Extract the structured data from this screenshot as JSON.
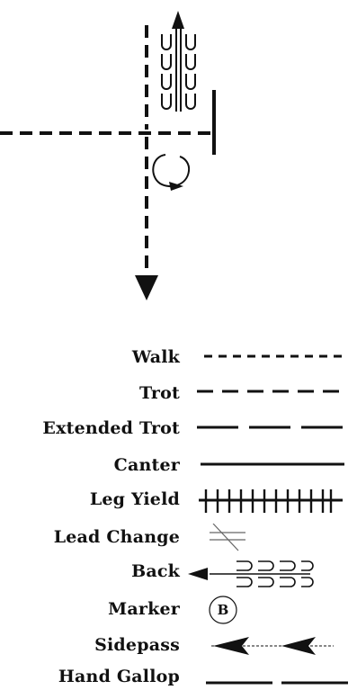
{
  "legend": {
    "items": [
      {
        "label": "Walk",
        "symbol": "walk-line-icon"
      },
      {
        "label": "Trot",
        "symbol": "trot-line-icon"
      },
      {
        "label": "Extended Trot",
        "symbol": "extended-trot-line-icon"
      },
      {
        "label": "Canter",
        "symbol": "canter-line-icon"
      },
      {
        "label": "Leg Yield",
        "symbol": "leg-yield-line-icon"
      },
      {
        "label": "Lead Change",
        "symbol": "lead-change-icon"
      },
      {
        "label": "Back",
        "symbol": "back-icon"
      },
      {
        "label": "Marker",
        "symbol": "marker-icon"
      },
      {
        "label": "Sidepass",
        "symbol": "sidepass-icon"
      },
      {
        "label": "Hand Gallop",
        "symbol": "hand-gallop-line-icon"
      }
    ],
    "marker_letter": "B"
  }
}
